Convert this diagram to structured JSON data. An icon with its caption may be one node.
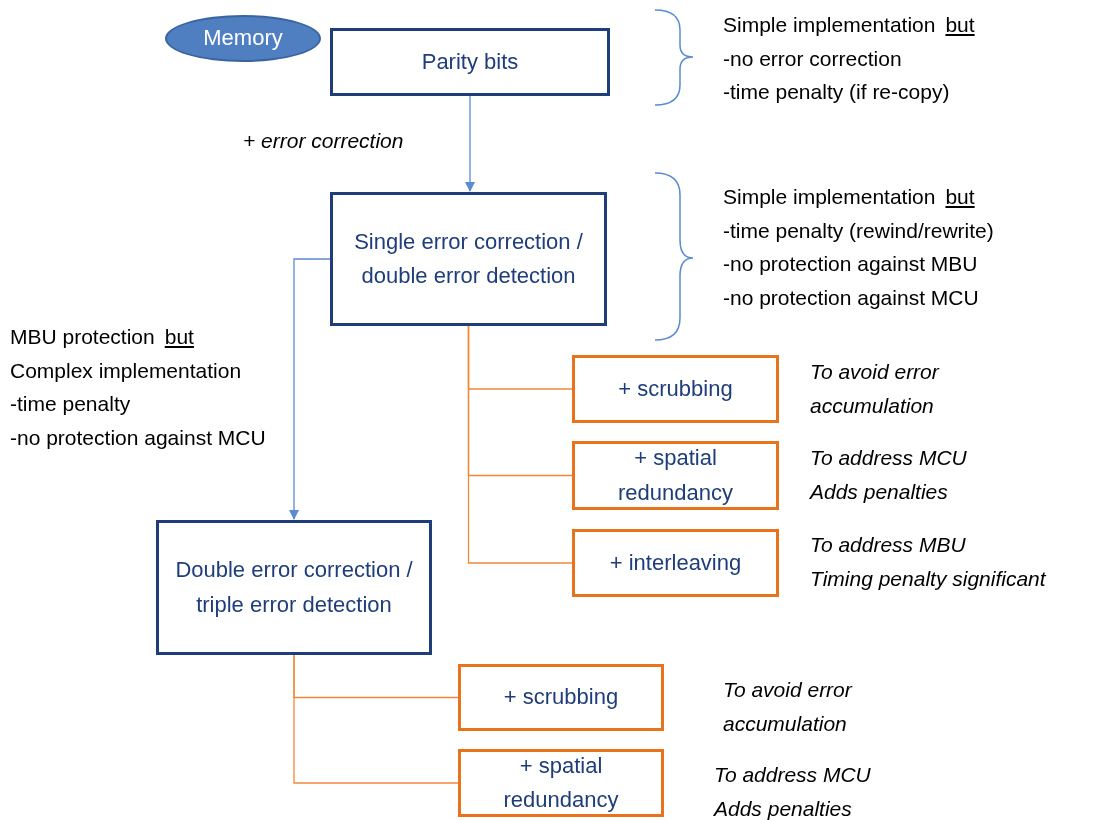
{
  "diagram": {
    "nodes": [
      {
        "text": [
          "Memory"
        ]
      },
      {
        "text": [
          "Parity bits"
        ]
      },
      {
        "text": [
          "Single error correction / double error detection"
        ]
      },
      {
        "text": [
          "+ scrubbing"
        ],
        "beside": [
          "To avoid error accumulation"
        ]
      },
      {
        "text": [
          "+ spatial redundancy"
        ],
        "beside": [
          "To address  MCU",
          "Adds penalties"
        ]
      },
      {
        "text": [
          "+ interleaving"
        ],
        "beside": [
          "To address  MBU",
          "Timing penalty significant"
        ]
      },
      {
        "text": [
          "Double error correction / triple error detection"
        ]
      },
      {
        "text": [
          "+ scrubbing"
        ],
        "beside": [
          "To avoid error accumulation"
        ]
      },
      {
        "text": [
          "+ spatial redundancy"
        ],
        "beside": [
          "To address  MCU",
          "Adds penalties"
        ]
      }
    ],
    "edges": [
      {
        "from": 1,
        "to": 2,
        "arrow": "to",
        "label": "+ error correction",
        "color": "#5b8bd0"
      },
      {
        "from": 2,
        "to": 6,
        "arrow": "to",
        "color": "#5b8bd0"
      },
      {
        "from": 2,
        "to": 3,
        "arrow": "none"
      },
      {
        "from": 2,
        "to": 4,
        "arrow": "none"
      },
      {
        "from": 2,
        "to": 5,
        "arrow": "none"
      },
      {
        "from": 6,
        "to": 7,
        "arrow": "none"
      },
      {
        "from": 6,
        "to": 8,
        "arrow": "none"
      }
    ],
    "labels": [
      "Simple implementation",
      "but",
      "-no error correction",
      "-time penalty (if  re-copy)",
      "Simple implementation",
      "but",
      "-time penalty (rewind/rewrite)",
      "-no protection against MBU",
      "-no protection against MCU",
      "MBU protection",
      "but",
      "Complex implementation",
      "-time penalty",
      "-no protection against MCU"
    ]
  }
}
